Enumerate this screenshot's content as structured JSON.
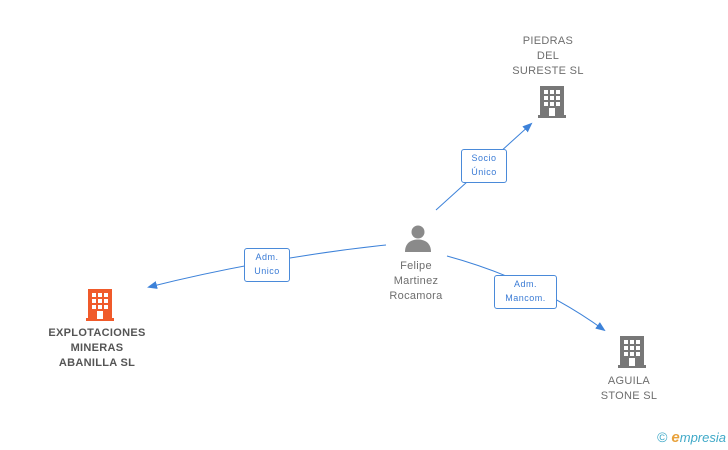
{
  "colors": {
    "edge": "#3d82d9",
    "company": "#777777",
    "company_main": "#f05a2a",
    "person": "#8a8a8a",
    "brand": "#3fa9c8",
    "brand_accent": "#e8a13a"
  },
  "nodes": {
    "person": {
      "lines": [
        "Felipe",
        "Martinez",
        "Rocamora"
      ],
      "icon": "person-icon"
    },
    "explotaciones": {
      "lines": [
        "EXPLOTACIONES",
        "MINERAS",
        "ABANILLA SL"
      ],
      "icon": "building-icon"
    },
    "piedras": {
      "lines": [
        "PIEDRAS",
        "DEL",
        "SURESTE SL"
      ],
      "icon": "building-icon"
    },
    "aguila": {
      "lines": [
        "AGUILA",
        "STONE SL"
      ],
      "icon": "building-icon"
    }
  },
  "edges": {
    "socio": {
      "lines": [
        "Socio",
        "Único"
      ]
    },
    "adm_unico": {
      "lines": [
        "Adm.",
        "Unico"
      ]
    },
    "adm_mancom": {
      "lines": [
        "Adm.",
        "Mancom."
      ]
    }
  },
  "footer": {
    "copyright": "©",
    "brand_initial": "e",
    "brand_rest": "mpresia"
  }
}
